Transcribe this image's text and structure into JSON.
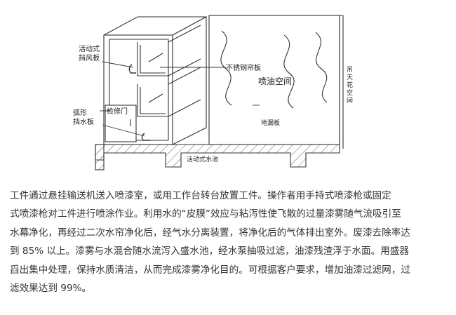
{
  "diagram": {
    "labels": {
      "baffle": [
        "活动式",
        "挡风板"
      ],
      "curtain": "不锈钢帘板",
      "chamber": "喷油空间",
      "arc_baffle": [
        "弧形",
        "挡水板"
      ],
      "access_door": "检修门",
      "floor_grating": "地漏板",
      "pool": "活动式水池",
      "ceiling": [
        "吊",
        "天",
        "花",
        "空",
        "间"
      ]
    }
  },
  "description": {
    "lines": [
      "工件通过悬挂输送机送入喷漆室，或用工作台转台放置工件。操作者用手持式喷漆枪或固定",
      "式喷漆枪对工件进行喷涂作业。利用水的“皮膜”效应与粘泻性使飞散的过量漆雾随气流吸引至",
      "水幕净化，再经过二次水帘净化后，经气水分离装置，将净化后的气体排出室外。废漆去除率达",
      "到 85% 以上。漆雾与水混合随水流泻入盛水池，经水泵抽吸过滤，油漆残渣浮于水面。用盛器",
      "舀出集中处理，保持水质清洁，从而完成漆雾净化目的。可根据客户要求，增加油漆过滤网，过",
      "滤效果达到 99%。"
    ]
  }
}
